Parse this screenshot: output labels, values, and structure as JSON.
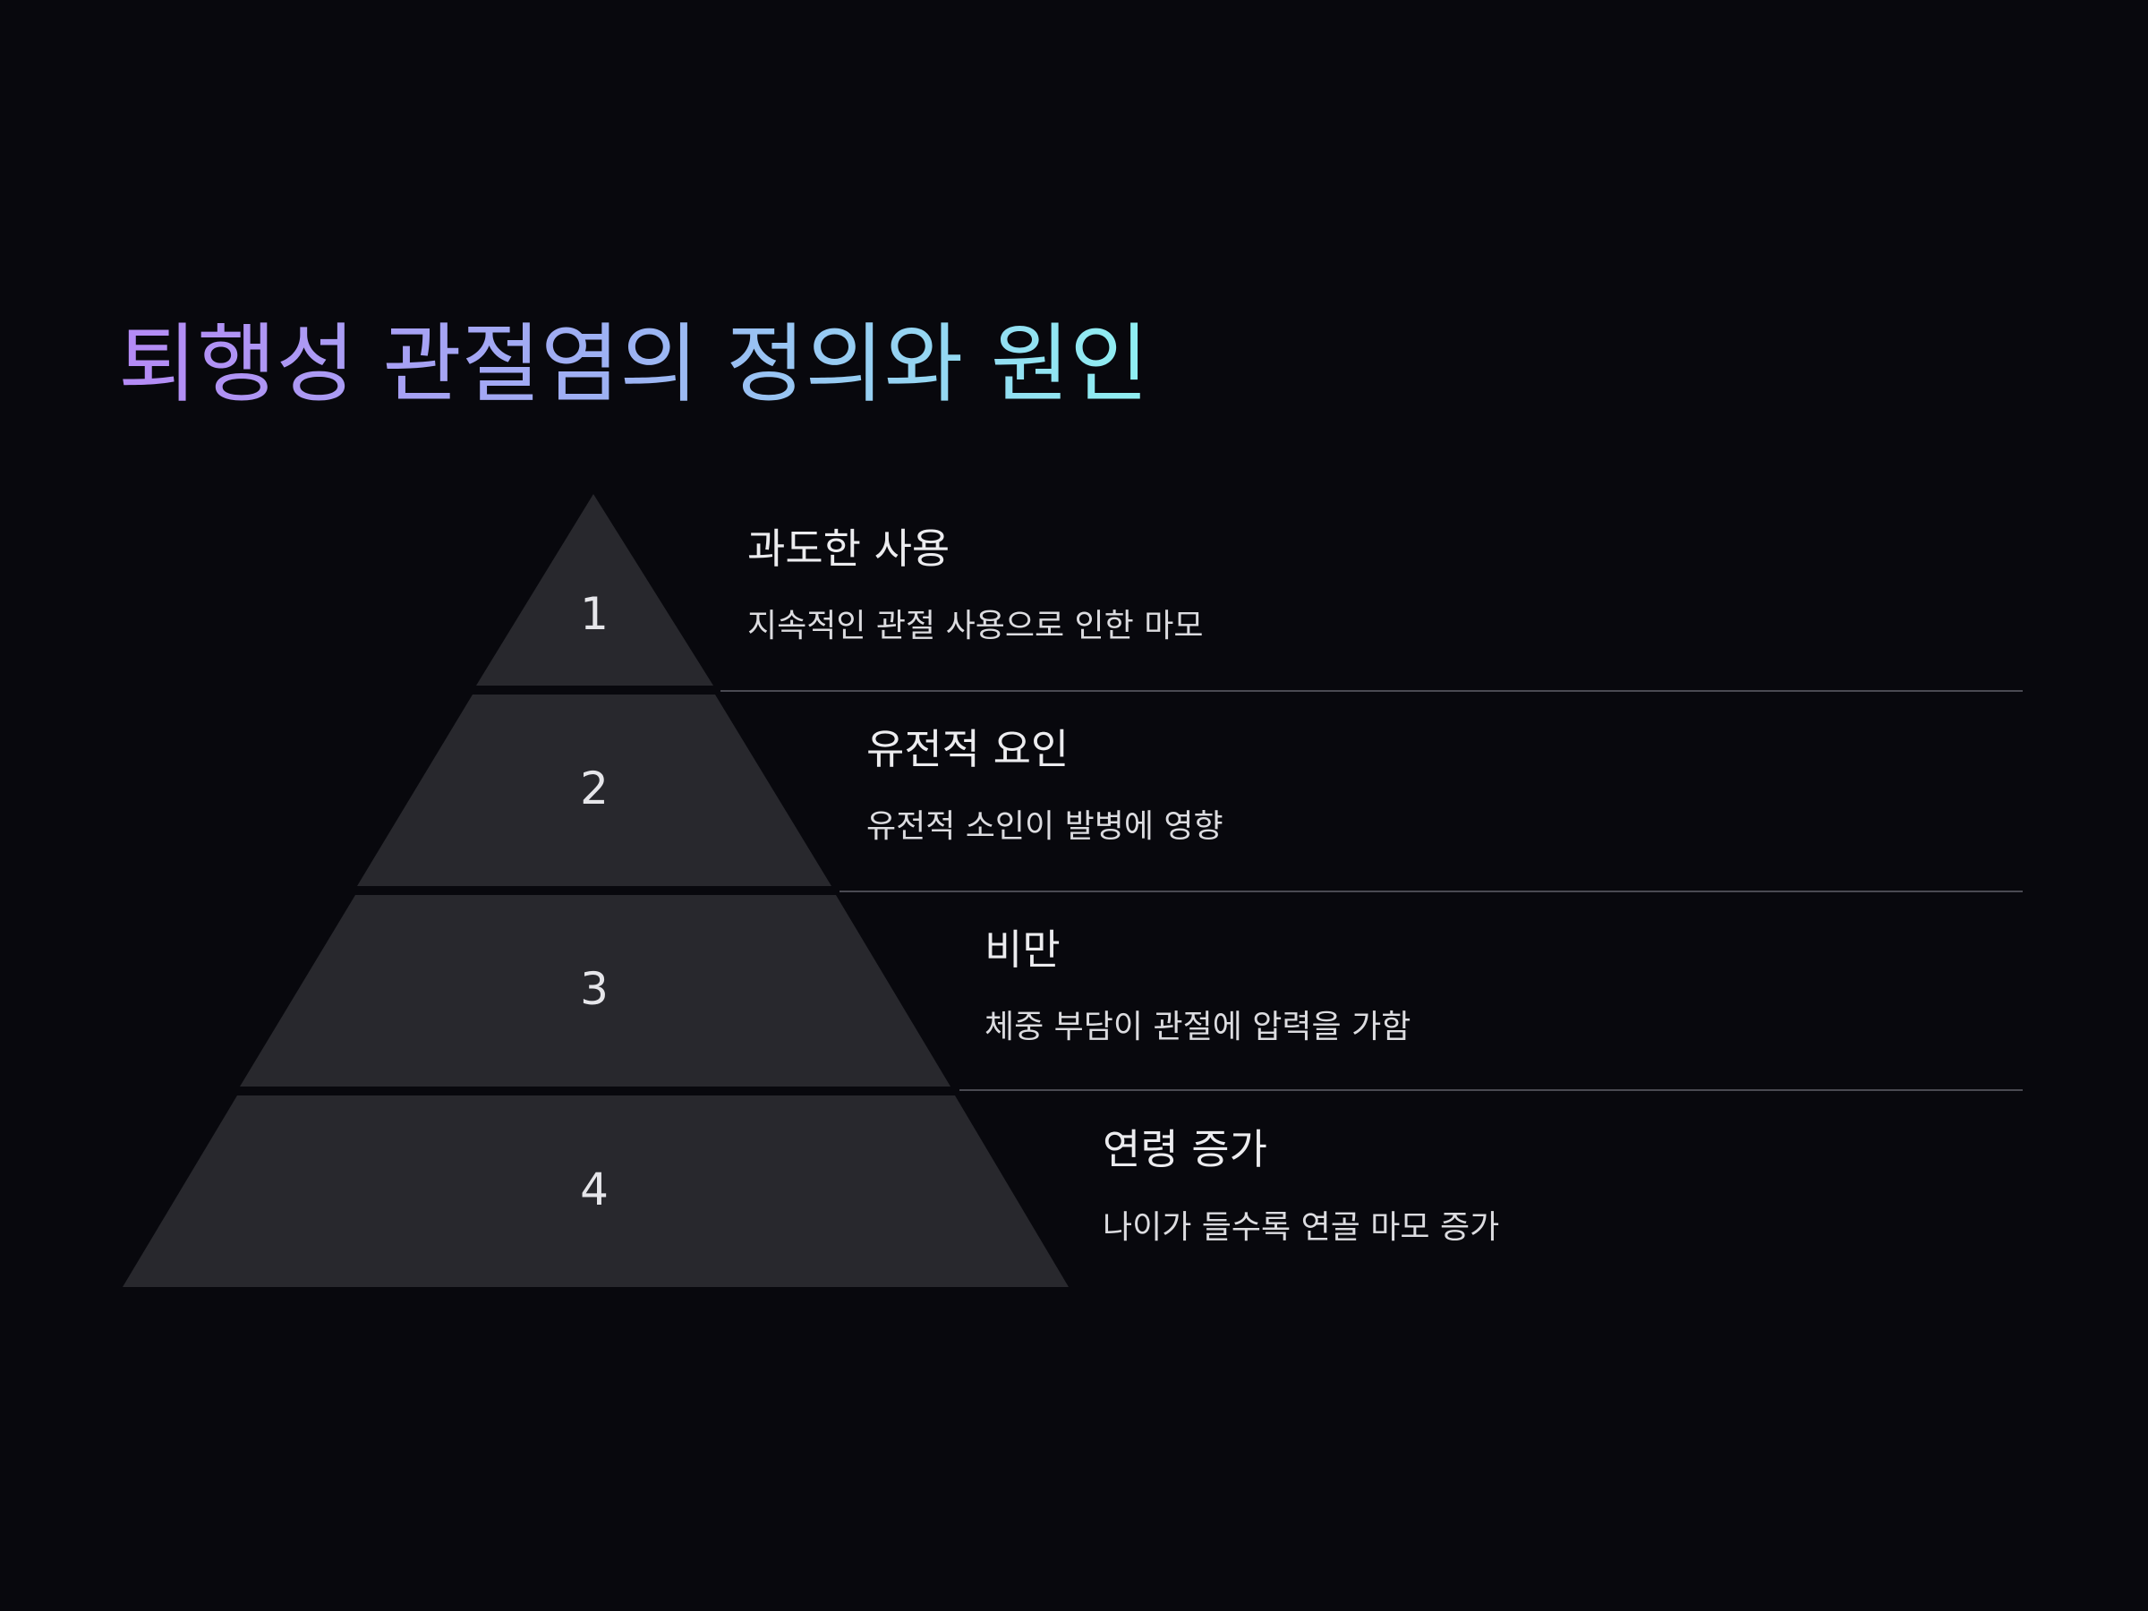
{
  "title": "퇴행성 관절염의 정의와 원인",
  "colors": {
    "background": "#08080d",
    "pyramid_fill": "#28282d",
    "title_gradient": [
      "#b58af5",
      "#9cb3f3",
      "#8ff0f2"
    ],
    "divider": "#4a4a52"
  },
  "levels": [
    {
      "number": "1",
      "heading": "과도한 사용",
      "description": "지속적인 관절 사용으로 인한 마모"
    },
    {
      "number": "2",
      "heading": "유전적 요인",
      "description": "유전적 소인이 발병에 영향"
    },
    {
      "number": "3",
      "heading": "비만",
      "description": "체중 부담이 관절에 압력을 가함"
    },
    {
      "number": "4",
      "heading": "연령 증가",
      "description": "나이가 들수록 연골 마모 증가"
    }
  ]
}
